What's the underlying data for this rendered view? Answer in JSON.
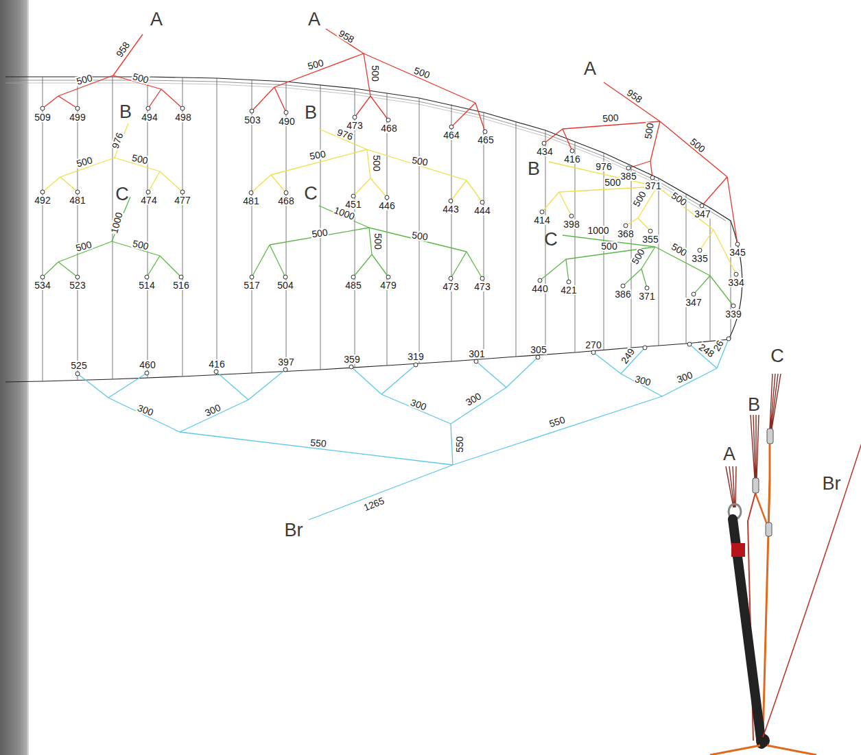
{
  "diagram": {
    "labels": [
      "A",
      "958",
      "500",
      "500",
      "509",
      "499",
      "494",
      "498",
      "B",
      "976",
      "500",
      "500",
      "492",
      "481",
      "474",
      "477",
      "C",
      "1000",
      "500",
      "500",
      "534",
      "523",
      "514",
      "516",
      "A",
      "958",
      "500",
      "500",
      "500",
      "503",
      "490",
      "473",
      "468",
      "464",
      "465",
      "B",
      "976",
      "500",
      "500",
      "500",
      "481",
      "468",
      "451",
      "446",
      "443",
      "444",
      "C",
      "1000",
      "500",
      "500",
      "500",
      "517",
      "504",
      "485",
      "479",
      "473",
      "473",
      "A",
      "958",
      "500",
      "500",
      "500",
      "434",
      "416",
      "976",
      "385",
      "371",
      "347",
      "345",
      "B",
      "500",
      "500",
      "500",
      "414",
      "398",
      "1000",
      "368",
      "355",
      "335",
      "334",
      "C",
      "500",
      "500",
      "500",
      "440",
      "421",
      "386",
      "371",
      "347",
      "339",
      "525",
      "460",
      "416",
      "397",
      "359",
      "319",
      "301",
      "305",
      "270",
      "249",
      "248",
      "26",
      "300",
      "300",
      "550",
      "550",
      "300",
      "300",
      "300",
      "300",
      "550",
      "1265",
      "Br",
      "C",
      "B",
      "A",
      "Br"
    ]
  }
}
